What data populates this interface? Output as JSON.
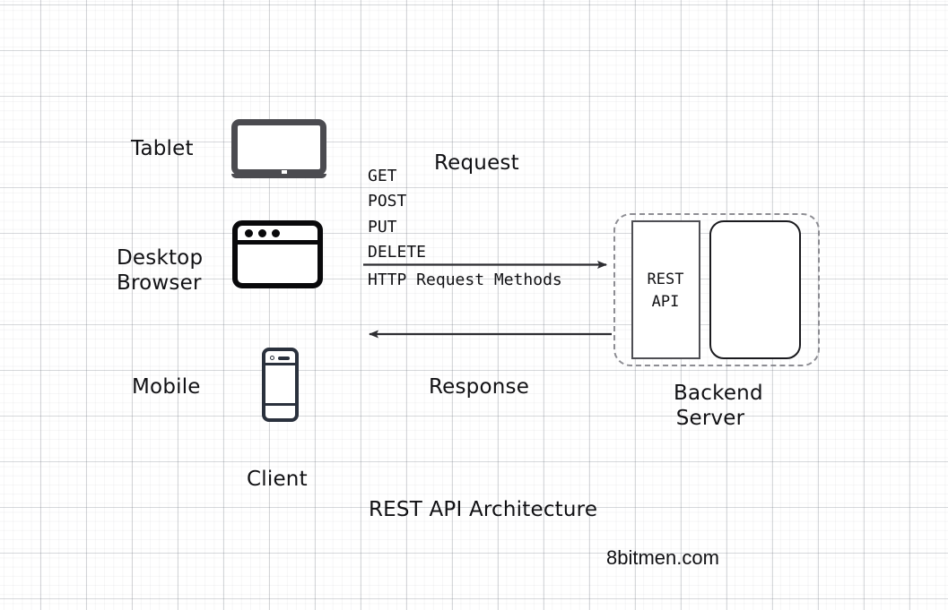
{
  "diagram": {
    "title": "REST API Architecture",
    "watermark": "8bitmen.com",
    "background": "#ffffff",
    "grid_color": "#d7d9de",
    "ink_color": "#111114"
  },
  "clients": {
    "group_label": "Client",
    "devices": [
      {
        "label": "Tablet",
        "icon": "tablet-icon",
        "color": "#4b4b50"
      },
      {
        "label": "Desktop\nBrowser",
        "icon": "browser-window-icon",
        "color": "#09090b"
      },
      {
        "label": "Mobile",
        "icon": "mobile-phone-icon",
        "color": "#2a313d"
      }
    ]
  },
  "flow": {
    "request_label": "Request",
    "response_label": "Response",
    "methods_caption": "HTTP Request Methods",
    "http_methods": [
      "GET",
      "POST",
      "PUT",
      "DELETE"
    ],
    "arrow_color": "#2d2d31"
  },
  "server": {
    "label": "Backend\nServer",
    "api_box_text": "REST\nAPI",
    "boundary_style": "dashed",
    "boundary_color": "#8d8d93"
  }
}
